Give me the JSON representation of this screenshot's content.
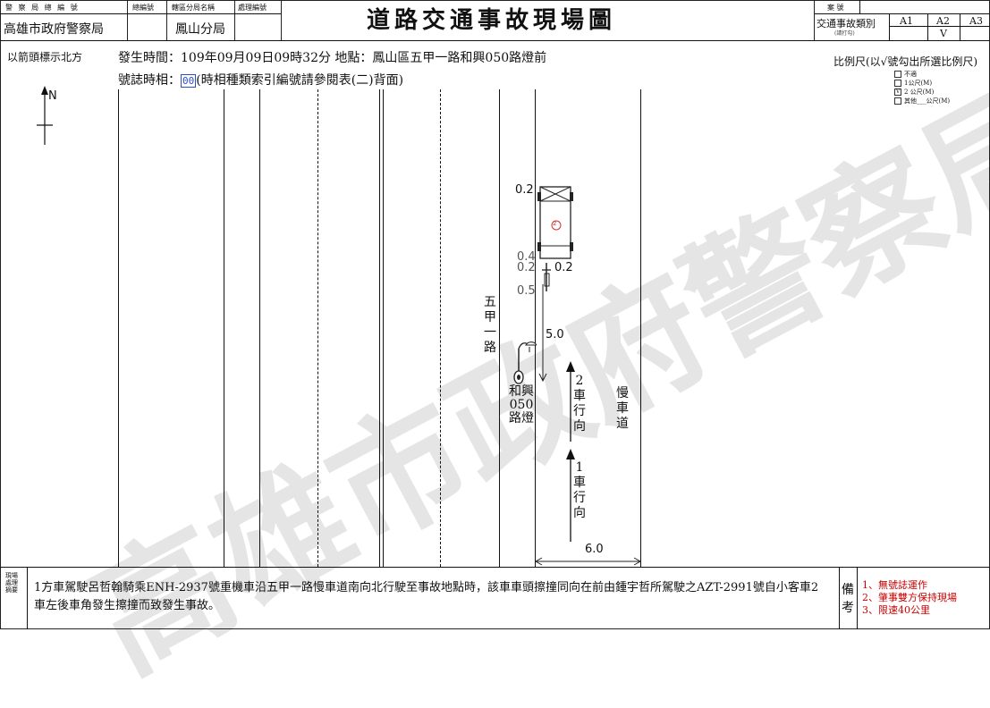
{
  "header": {
    "label_police_bureau": "警 察 局 總 編 號",
    "police_bureau": "高雄市政府警察局",
    "label_total_no": "總編號",
    "label_district_office": "轄區分局名稱",
    "district_office": "鳳山分局",
    "label_case_no": "處理編號",
    "title": "道路交通事故現場圖",
    "label_case": "案 號",
    "label_category": "交通事故類別",
    "category_note": "(請打勾)",
    "categories": [
      "A1",
      "A2",
      "A3"
    ],
    "category_mark": "V"
  },
  "info": {
    "north_note": "以箭頭標示北方",
    "occur": "發生時間：109年09月09日09時32分 地點：鳳山區五甲一路和興050路燈前",
    "signal_prefix": "號誌時相：",
    "signal_code": "00",
    "signal_suffix": "(時相種類索引編號請參閱表(二)背面)",
    "north_letter": "N"
  },
  "scale": {
    "title": "比例尺(以√號勾出所選比例尺)",
    "options": [
      {
        "box": "",
        "label": "不適"
      },
      {
        "box": "",
        "label": "1公尺(M)"
      },
      {
        "box": "V",
        "label": "2 公尺(M)"
      },
      {
        "box": "",
        "label": "其他___公尺(M)"
      }
    ]
  },
  "diagram": {
    "road_name": "五甲一路",
    "lamp_label": "和興050路燈",
    "slow_lane": "慢車道",
    "vehicle2_dir": "2車行向",
    "vehicle1_dir": "1車行向",
    "vehicle_mark": "2",
    "m_02_top": "0.2",
    "m_04": "0.4",
    "m_02_left": "0.2",
    "m_02_right": "0.2",
    "m_05": "0.5",
    "m_50": "5.0",
    "m_60": "6.0"
  },
  "footer": {
    "summary_label": "現場處理摘要",
    "summary": "1方車駕駛呂哲翰騎乘ENH-2937號重機車沿五甲一路慢車道南向北行駛至事故地點時，該車車頭擦撞同向在前由鍾宇哲所駕駛之AZT-2991號自小客車2車左後車角發生擦撞而致發生事故。",
    "remarks_label": "備考",
    "remarks": [
      "1、無號誌運作",
      "2、肇事雙方保持現場",
      "3、限速40公里"
    ]
  },
  "watermark": "高雄市政府警察局"
}
